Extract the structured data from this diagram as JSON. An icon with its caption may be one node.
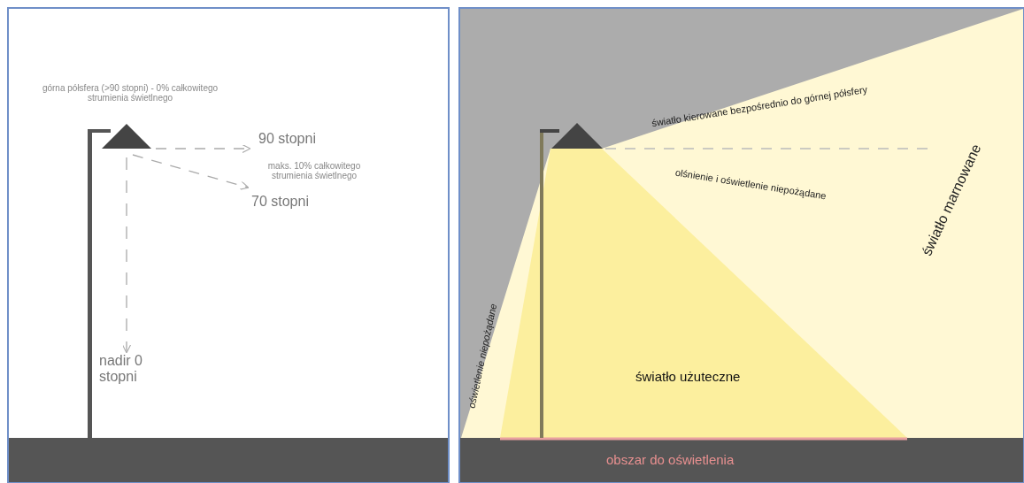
{
  "diagram": {
    "labels": [
      "górna półsfera (>90 stopni) - 0% całkowitego strumienia świetlnego",
      "90 stopni",
      "maks. 10% całkowitego strumienia świetlnego",
      "70 stopni",
      "nadir 0 stopni",
      "światło kierowane bezpośrednio do górnej półsfery",
      "olśnienie i oświetlenie niepożądane",
      "światło marnowane",
      "oświetlenie niepożądane",
      "światło użuteczne",
      "obszar do oświetlenia"
    ]
  }
}
